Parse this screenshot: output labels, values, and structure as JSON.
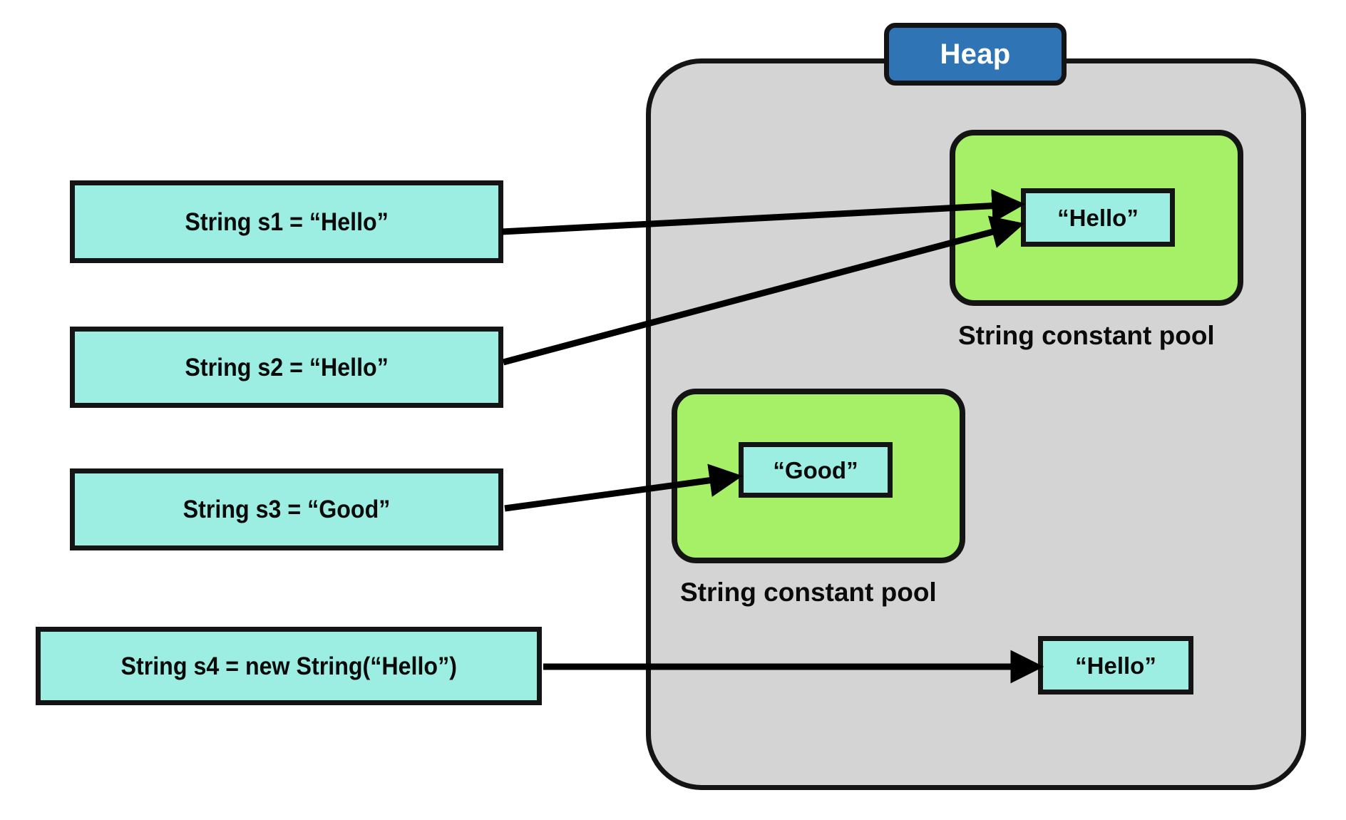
{
  "diagram": {
    "title": "Java String constant pool and heap memory diagram",
    "background_color": "#ffffff"
  },
  "heap": {
    "label": "Heap",
    "badge_color": "#2f74b5",
    "badge_text_color": "#ffffff",
    "container_color": "#d4d4d4",
    "border_color": "#141414"
  },
  "pools": [
    {
      "id": "pool-top",
      "caption": "String constant pool",
      "fill_color": "#a5f066",
      "entries": [
        {
          "id": "hello-pool",
          "label": "“Hello”",
          "fill_color": "#9deee2"
        }
      ]
    },
    {
      "id": "pool-bottom",
      "caption": "String constant pool",
      "fill_color": "#a5f066",
      "entries": [
        {
          "id": "good-pool",
          "label": "“Good”",
          "fill_color": "#9deee2"
        }
      ]
    }
  ],
  "heap_objects": [
    {
      "id": "hello-heap",
      "label": "“Hello”",
      "fill_color": "#9deee2"
    }
  ],
  "declarations": [
    {
      "id": "s1",
      "code": "String s1 = “Hello”",
      "fill_color": "#9deee2",
      "points_to": "hello-pool"
    },
    {
      "id": "s2",
      "code": "String s2 = “Hello”",
      "fill_color": "#9deee2",
      "points_to": "hello-pool"
    },
    {
      "id": "s3",
      "code": "String s3 = “Good”",
      "fill_color": "#9deee2",
      "points_to": "good-pool"
    },
    {
      "id": "s4",
      "code": "String s4 = new String(“Hello”)",
      "fill_color": "#9deee2",
      "points_to": "hello-heap"
    }
  ],
  "arrows": [
    {
      "id": "arrow-s1-hello-pool",
      "from": "s1",
      "to": "hello-pool",
      "color": "#000000"
    },
    {
      "id": "arrow-s2-hello-pool",
      "from": "s2",
      "to": "hello-pool",
      "color": "#000000"
    },
    {
      "id": "arrow-s3-good-pool",
      "from": "s3",
      "to": "good-pool",
      "color": "#000000"
    },
    {
      "id": "arrow-s4-hello-heap",
      "from": "s4",
      "to": "hello-heap",
      "color": "#000000"
    }
  ]
}
